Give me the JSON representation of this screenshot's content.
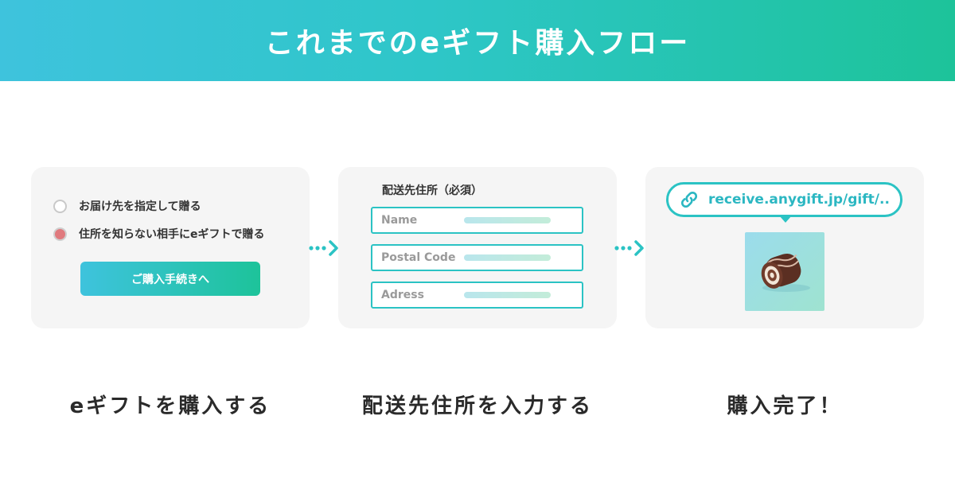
{
  "header": {
    "title": "これまでのeギフト購入フロー"
  },
  "colors": {
    "gradient_start": "#3ec3dd",
    "gradient_end": "#1dc39a",
    "accent": "#2bc3c4",
    "selected_radio": "#e07a7e"
  },
  "step1": {
    "options": [
      {
        "label": "お届け先を指定して贈る",
        "selected": false
      },
      {
        "label": "住所を知らない相手にeギフトで贈る",
        "selected": true
      }
    ],
    "button_label": "ご購入手続きへ",
    "caption": "eギフトを購入する"
  },
  "step2": {
    "form_title": "配送先住所（必須）",
    "fields": [
      {
        "label": "Name"
      },
      {
        "label": "Postal Code"
      },
      {
        "label": "Adress"
      }
    ],
    "caption": "配送先住所を入力する"
  },
  "step3": {
    "url": "receive.anygift.jp/gift/..",
    "link_icon": "link-icon",
    "product": "roll-cake-image",
    "caption": "購入完了！"
  },
  "arrow_icon": "chevron-dotted-arrow-icon"
}
